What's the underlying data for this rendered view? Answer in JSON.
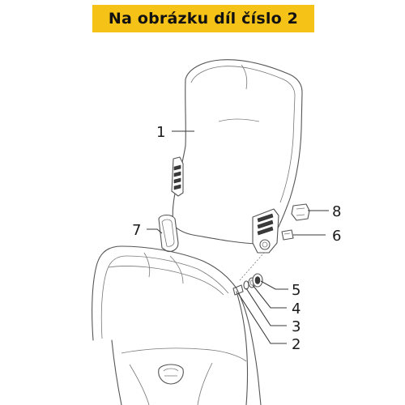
{
  "banner": {
    "text": "Na obrázku díl číslo 2",
    "background": "#f5c218"
  },
  "callouts": [
    {
      "number": "1",
      "part": "windshield"
    },
    {
      "number": "2",
      "part": "screw"
    },
    {
      "number": "3",
      "part": "washer"
    },
    {
      "number": "4",
      "part": "spacer"
    },
    {
      "number": "5",
      "part": "rubber-grommet"
    },
    {
      "number": "6",
      "part": "clip-nut"
    },
    {
      "number": "7",
      "part": "cover-cap"
    },
    {
      "number": "8",
      "part": "bracket-plate"
    }
  ]
}
